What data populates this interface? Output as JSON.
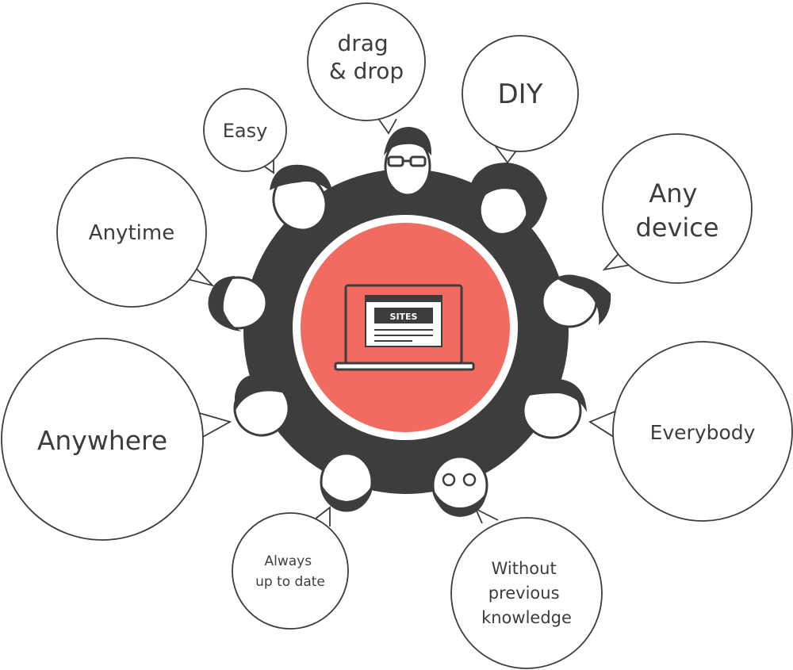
{
  "bubbles": {
    "drag_drop": [
      "drag",
      "& drop"
    ],
    "diy": "DIY",
    "easy": "Easy",
    "any_device": [
      "Any",
      "device"
    ],
    "anytime": "Anytime",
    "anywhere": "Anywhere",
    "everybody": "Everybody",
    "always_up_to_date": [
      "Always",
      "up to date"
    ],
    "without_previous_knowledge": [
      "Without",
      "previous",
      "knowledge"
    ]
  },
  "laptop": {
    "screen_label": "SITES"
  },
  "colors": {
    "accent": "#f16b61",
    "ink": "#3d3d3d",
    "bubble_stroke": "#3d3d3d",
    "background": "#ffffff"
  }
}
